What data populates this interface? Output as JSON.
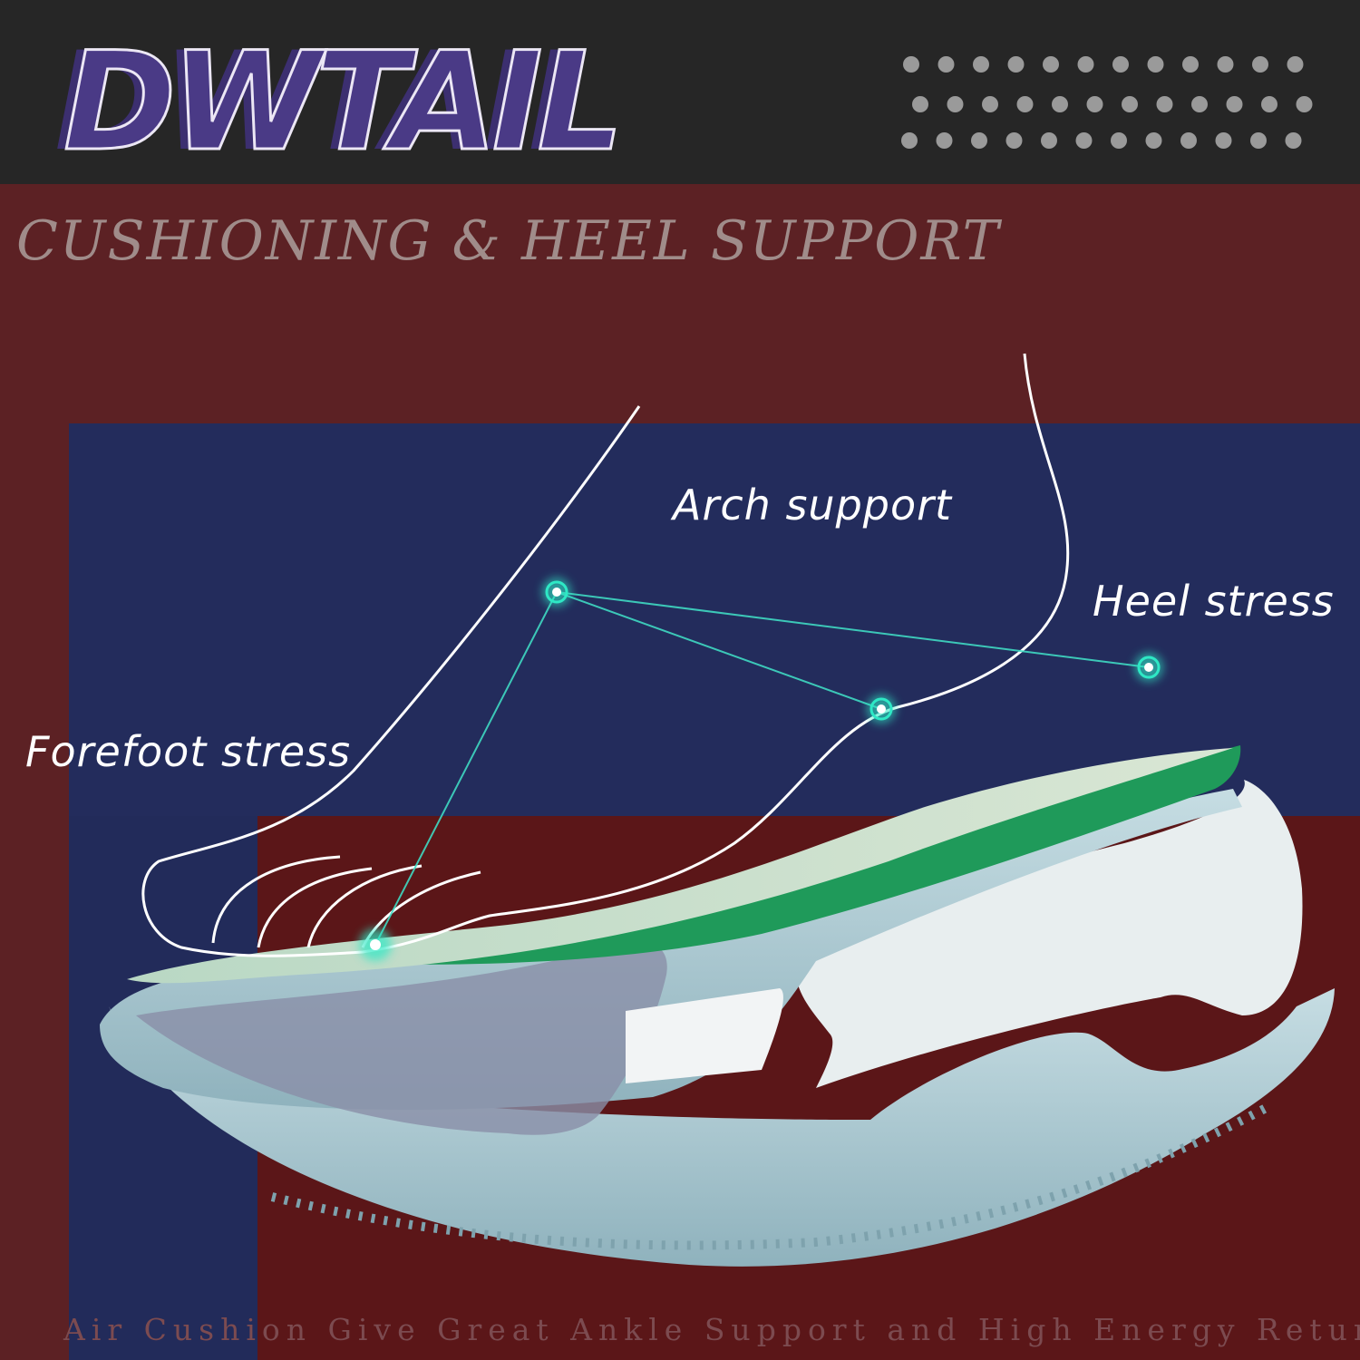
{
  "brand": {
    "name": "DWTAIL"
  },
  "headline": "CUSHIONING & HEEL SUPPORT",
  "annotations": {
    "arch": "Arch support",
    "heel": "Heel stress",
    "forefoot": "Forefoot stress"
  },
  "tagline": "Air Cushion Give Great Ankle Support and High Energy Return",
  "colors": {
    "top_band": "#262626",
    "maroon": "#5c2124",
    "navy": "#232c5c",
    "brand_purple": "#4a3a86",
    "glow": "#2ee8c5",
    "midsole": "#a9c6cf",
    "insole_green": "#1f9a5a"
  }
}
